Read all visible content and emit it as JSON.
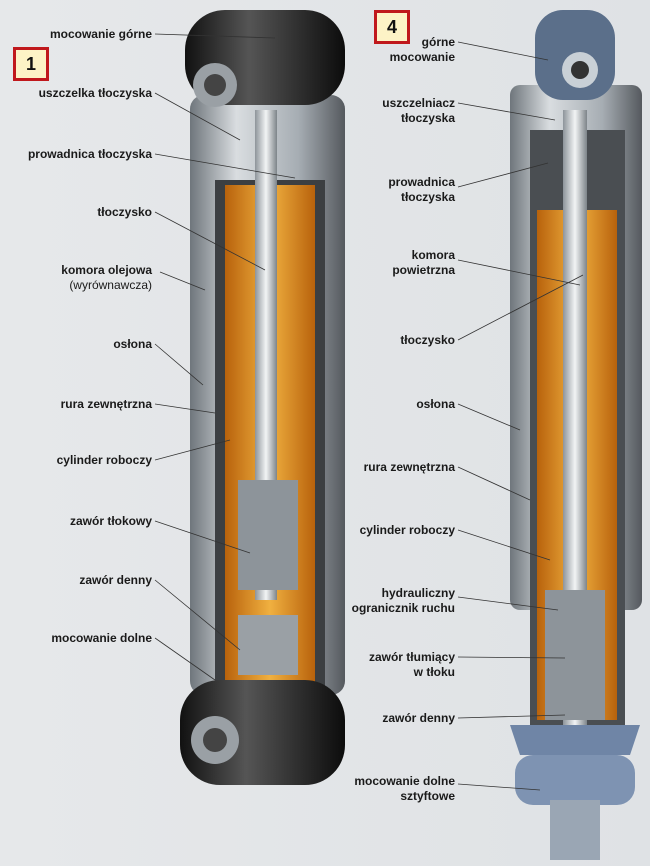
{
  "diagram1": {
    "badge": "1",
    "labels": [
      "mocowanie górne",
      "uszczelka tłoczyska",
      "prowadnica tłoczyska",
      "tłoczysko",
      "komora olejowa",
      "(wyrównawcza)",
      "osłona",
      "rura zewnętrzna",
      "cylinder roboczy",
      "zawór tłokowy",
      "zawór denny",
      "mocowanie dolne"
    ]
  },
  "diagram2": {
    "badge": "4",
    "labels": [
      "górne",
      "mocowanie",
      "uszczelniacz",
      "tłoczyska",
      "prowadnica",
      "tłoczyska",
      "komora",
      "powietrzna",
      "tłoczysko",
      "osłona",
      "rura zewnętrzna",
      "cylinder roboczy",
      "hydrauliczny",
      "ogranicznik ruchu",
      "zawór tłumiący",
      "w tłoku",
      "zawór denny",
      "mocowanie dolne",
      "sztyftowe"
    ]
  },
  "colors": {
    "oil": "#e59a2a",
    "badge_border": "#c0181c",
    "badge_fill": "#fdf3c6"
  }
}
